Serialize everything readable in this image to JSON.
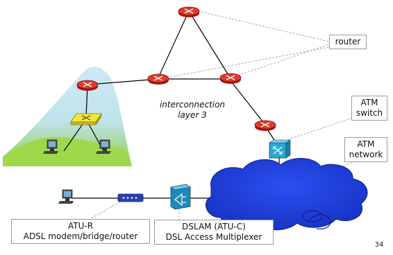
{
  "labels": {
    "router": "router",
    "atm_switch_line1": "ATM",
    "atm_switch_line2": "switch",
    "atm_network_line1": "ATM",
    "atm_network_line2": "network",
    "interconnection_line1": "interconnection",
    "interconnection_line2": "layer 3",
    "atu_r_line1": "ATU-R",
    "atu_r_line2": "ADSL modem/bridge/router",
    "dslam_line1": "DSLAM (ATU-C)",
    "dslam_line2": "DSL Access Multiplexer",
    "slide_number": "34"
  },
  "icons": {
    "router": "router-icon",
    "switch": "workgroup-switch-icon",
    "workstation": "workstation-icon",
    "atm_switch": "atm-switch-icon",
    "dslam": "dslam-icon",
    "modem": "adsl-modem-icon",
    "cloud": "atm-network-cloud"
  },
  "colors": {
    "router_body": "#e23a2a",
    "router_dark": "#a01a10",
    "switch_body": "#f3e63a",
    "atm_device": "#2aa8cf",
    "cloud": "#1f3fd6",
    "cloud_edge": "#0a1e8a",
    "hill_green": "#9fd84a",
    "hill_blue": "#bfe3f2",
    "modem": "#2b3fb0",
    "guide_line": "#a8a8a8"
  }
}
